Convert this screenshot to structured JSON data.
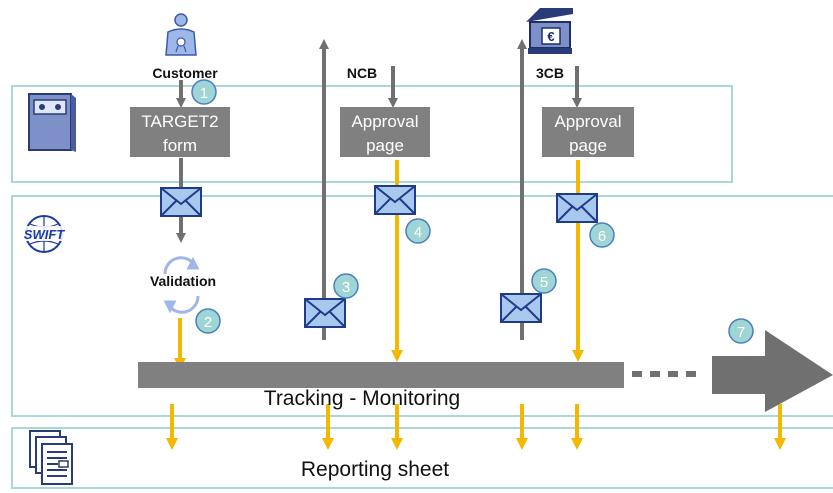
{
  "actors": {
    "customer": "Customer",
    "ncb": "NCB",
    "tcb": "3CB"
  },
  "boxes": {
    "target2_line1": "TARGET2",
    "target2_line2": "form",
    "ncb_line1": "Approval",
    "ncb_line2": "page",
    "tcb_line1": "Approval",
    "tcb_line2": "page"
  },
  "validation": "Validation",
  "tracking_label": "Tracking - Monitoring",
  "reporting_label": "Reporting sheet",
  "steps": [
    "1",
    "2",
    "3",
    "4",
    "5",
    "6",
    "7"
  ],
  "icons": {
    "system": "server-icon",
    "network": "swift-logo",
    "reports": "documents-icon",
    "customer": "customer-icon",
    "bank": "bank-euro-icon",
    "message": "envelope-icon",
    "cycle": "refresh-icon"
  },
  "colors": {
    "band_border": "#a8d8d8",
    "box_gray": "#808080",
    "arrow_gray": "#707070",
    "arrow_yellow": "#f5b800",
    "envelope_fill": "#a9c8ee",
    "envelope_stroke": "#1f3c8a",
    "badge_fill": "#9fd5d5",
    "swift_blue": "#1b3ba8"
  },
  "swift_text": "SWIFT"
}
